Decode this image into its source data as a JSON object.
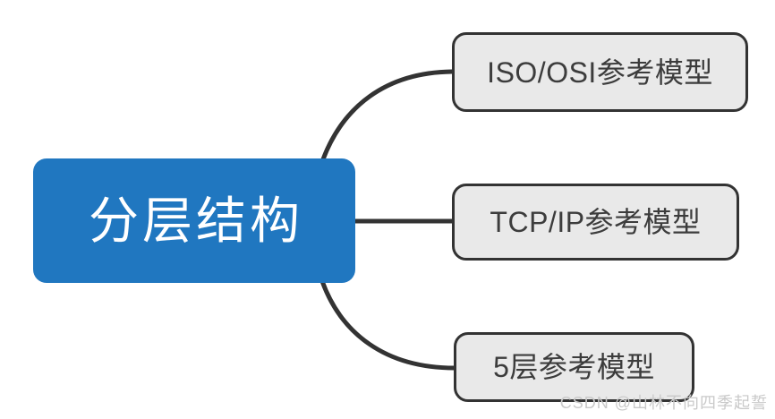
{
  "diagram": {
    "type": "mindmap",
    "orientation": "left-to-right",
    "background_color": "#ffffff",
    "root": {
      "label": "分层结构",
      "fill_color": "#2077c0",
      "text_color": "#ffffff"
    },
    "child_style": {
      "fill_color": "#e9e9e9",
      "border_color": "#333333",
      "text_color": "#3c3c3c"
    },
    "connector_color": "#333333",
    "children": [
      {
        "label": "ISO/OSI参考模型",
        "connector": "curve-up"
      },
      {
        "label": "TCP/IP参考模型",
        "connector": "straight"
      },
      {
        "label": "5层参考模型",
        "connector": "curve-down"
      }
    ]
  },
  "watermark": {
    "text": "CSDN @山林不向四季起誓",
    "color": "#c9c9c9"
  }
}
